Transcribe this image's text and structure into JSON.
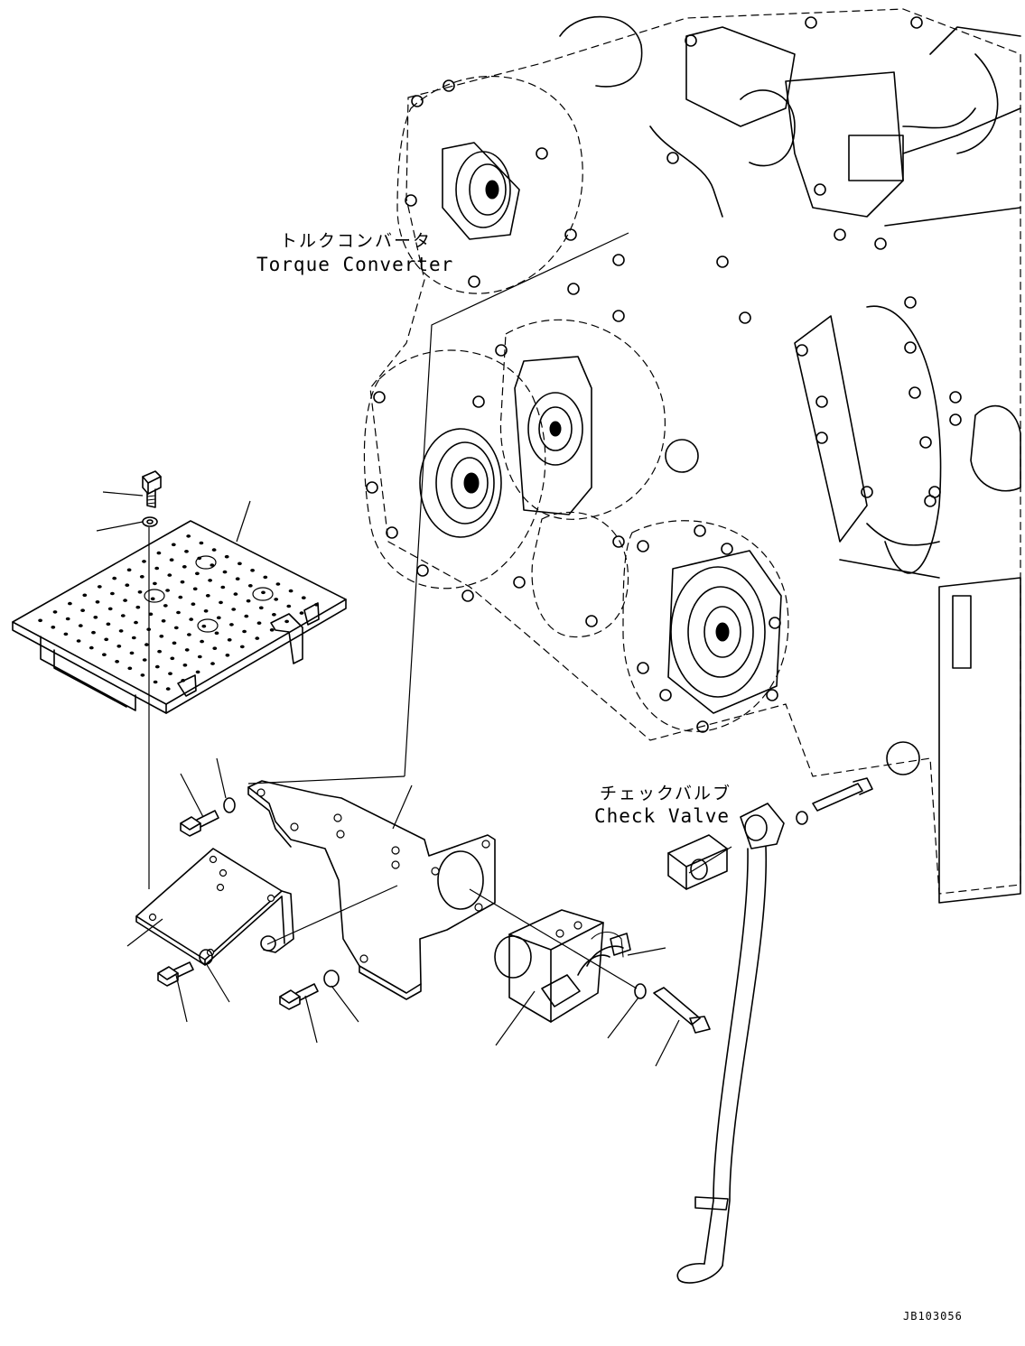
{
  "callouts": {
    "torque_converter_jp": "トルクコンバータ",
    "torque_converter_en": "Torque Converter",
    "check_valve_jp": "チェックバルブ",
    "check_valve_en": "Check Valve"
  },
  "drawing_number": "JB103056"
}
